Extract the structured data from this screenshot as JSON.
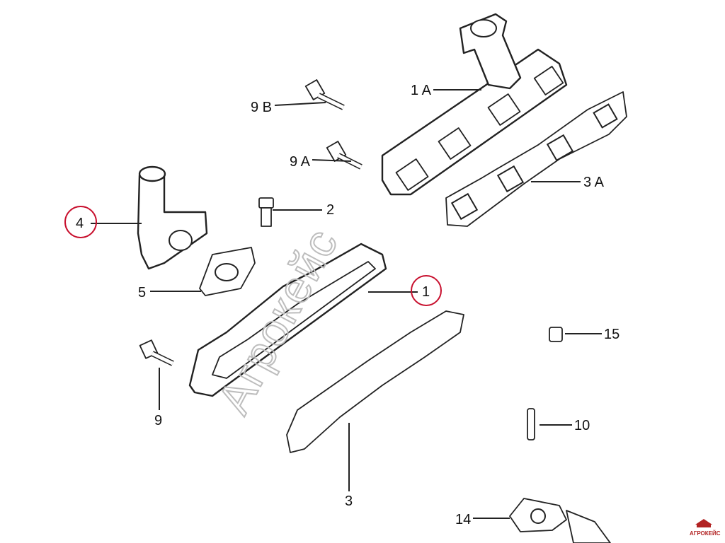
{
  "diagram": {
    "callouts": {
      "c1a": "1 A",
      "c3a": "3 A",
      "c9b": "9 B",
      "c9a": "9 A",
      "c2": "2",
      "c4": "4",
      "c5": "5",
      "c1": "1",
      "c15": "15",
      "c9": "9",
      "c10": "10",
      "c3": "3",
      "c14": "14"
    },
    "highlighted_callouts": [
      "4",
      "1"
    ],
    "highlight_color": "#c8102e"
  },
  "watermark": {
    "text": "Агрокейс"
  },
  "logo": {
    "text": "АГРОКЕЙС"
  }
}
